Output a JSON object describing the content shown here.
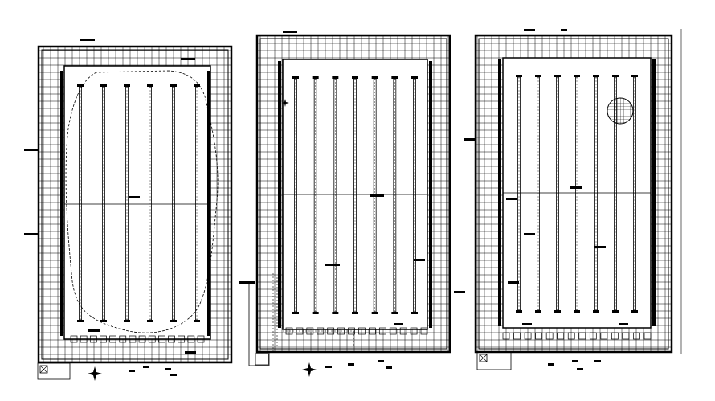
{
  "drawing": {
    "kind": "swimming pool CAD floor plans",
    "plan_count": 3,
    "line_color": "#000000",
    "background_color": "#ffffff",
    "hatch_color": "#000000",
    "plans": [
      {
        "name": "pool-plan-left",
        "lane_count": 6,
        "features": [
          "tiled-deck-border",
          "lane-lines",
          "center-line",
          "rounded-pool-outline",
          "gutter-grates",
          "legend-box",
          "north-arrow"
        ]
      },
      {
        "name": "pool-plan-middle",
        "lane_count": 7,
        "features": [
          "tiled-deck-border",
          "lane-lines",
          "center-line",
          "dashed-pipe-runs",
          "gutter-grates",
          "legend-box",
          "north-arrow"
        ]
      },
      {
        "name": "pool-plan-right",
        "lane_count": 7,
        "features": [
          "tiled-deck-border",
          "lane-lines",
          "center-line",
          "hatched-circle",
          "gutter-grates",
          "legend-box"
        ]
      }
    ],
    "icons": [
      "north-arrow-icon",
      "legend-box-icon"
    ]
  }
}
